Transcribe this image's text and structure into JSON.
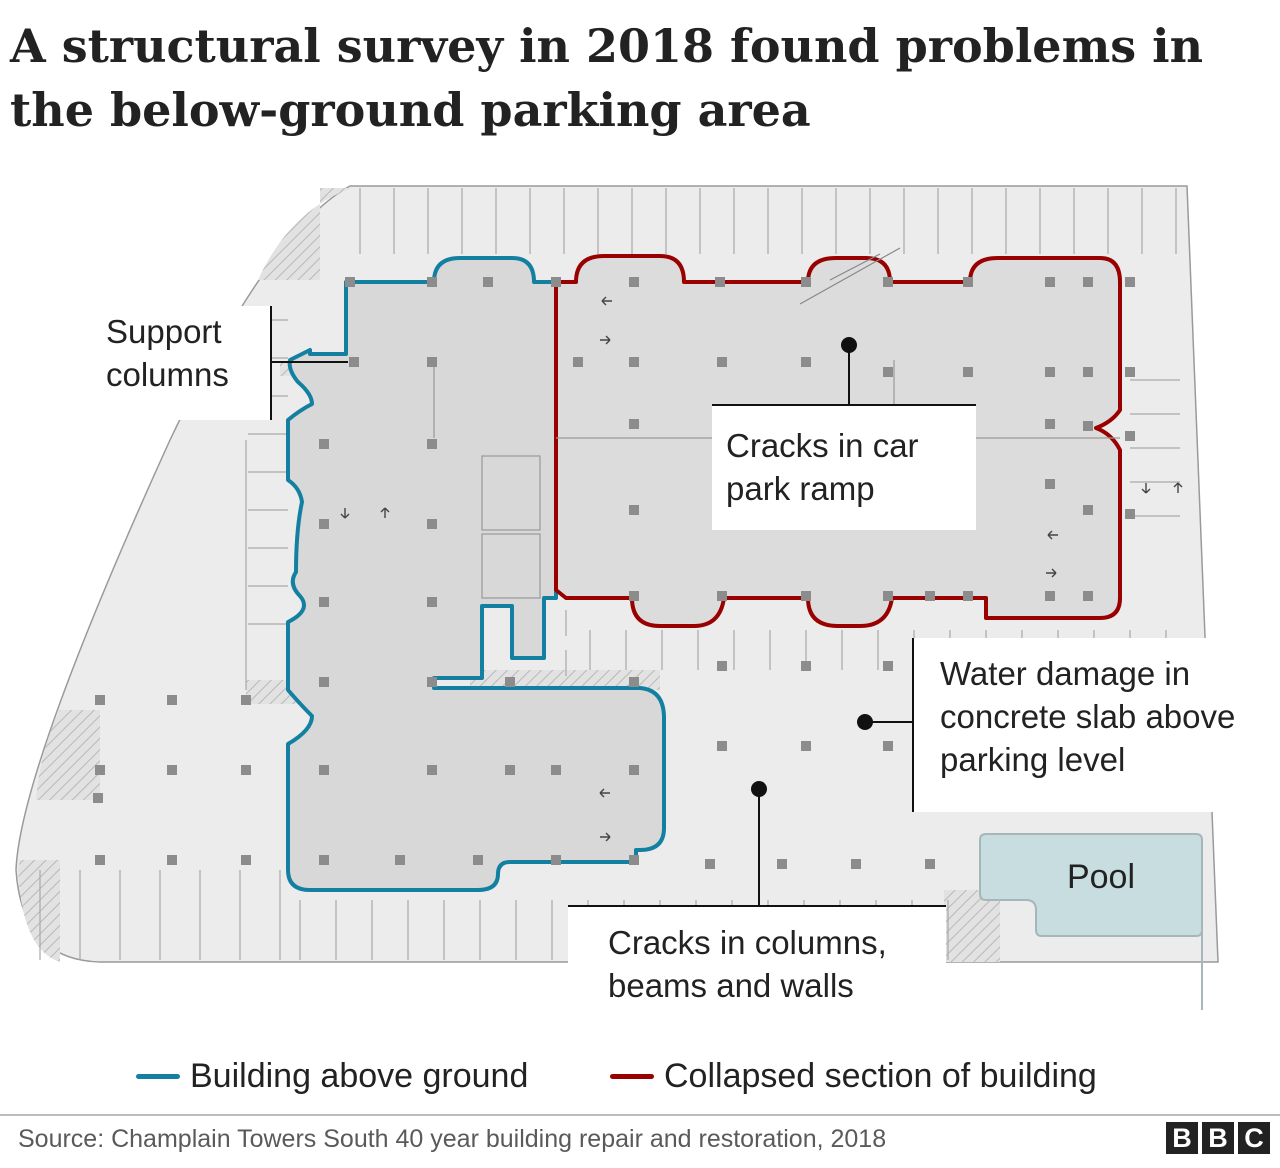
{
  "title": "A structural survey in 2018 found problems in the below-ground parking area",
  "callouts": {
    "support_columns": "Support columns",
    "ramp_cracks": "Cracks in car park ramp",
    "water_damage": "Water damage in concrete slab above parking level",
    "column_cracks": "Cracks in columns, beams and walls"
  },
  "pool_label": "Pool",
  "legend": {
    "above_ground": "Building above ground",
    "collapsed": "Collapsed section of building"
  },
  "colors": {
    "above_ground": "#1380a1",
    "collapsed": "#990000",
    "pool": "#c7dde0"
  },
  "source": "Source: Champlain Towers South 40 year building repair and restoration, 2018",
  "logo": [
    "B",
    "B",
    "C"
  ]
}
